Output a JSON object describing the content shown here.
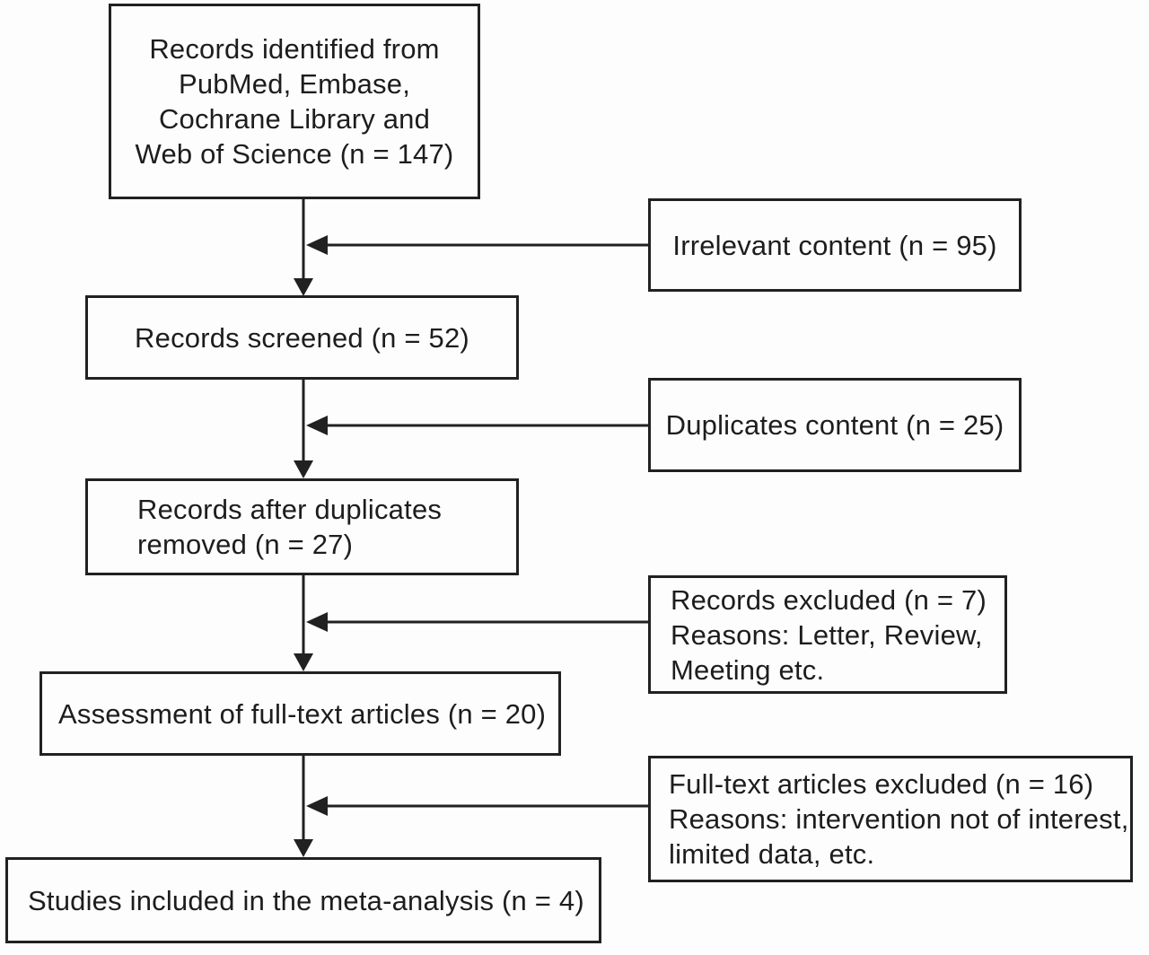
{
  "palette": {
    "ink": "#212121",
    "background": "#fdfdfd"
  },
  "flowchart": {
    "boxes": {
      "identification": {
        "lines": [
          "Records identified from",
          "PubMed, Embase,",
          "Cochrane Library and",
          "Web of Science (n = 147)"
        ]
      },
      "irrelevant_excluded": {
        "lines": [
          "Irrelevant content (n = 95)"
        ]
      },
      "screened": {
        "lines": [
          "Records screened (n = 52)"
        ]
      },
      "duplicates_excluded": {
        "lines": [
          "Duplicates content (n = 25)"
        ]
      },
      "after_duplicates": {
        "lines": [
          "Records after duplicates",
          "removed (n = 27)"
        ]
      },
      "records_excluded": {
        "lines": [
          "Records excluded (n = 7)",
          "Reasons: Letter, Review,",
          "Meeting etc."
        ]
      },
      "fulltext_assessment": {
        "lines": [
          "Assessment of full-text articles (n = 20)"
        ]
      },
      "fulltext_excluded": {
        "lines": [
          "Full-text articles excluded (n = 16)",
          "Reasons: intervention not of interest,",
          "limited data, etc."
        ]
      },
      "included": {
        "lines": [
          "Studies included in the meta-analysis (n = 4)"
        ]
      }
    },
    "counts": {
      "identified": 147,
      "irrelevant_content": 95,
      "screened": 52,
      "duplicates_content": 25,
      "after_duplicates_removed": 27,
      "records_excluded": 7,
      "fulltext_assessed": 20,
      "fulltext_excluded": 16,
      "included_in_meta_analysis": 4
    }
  }
}
